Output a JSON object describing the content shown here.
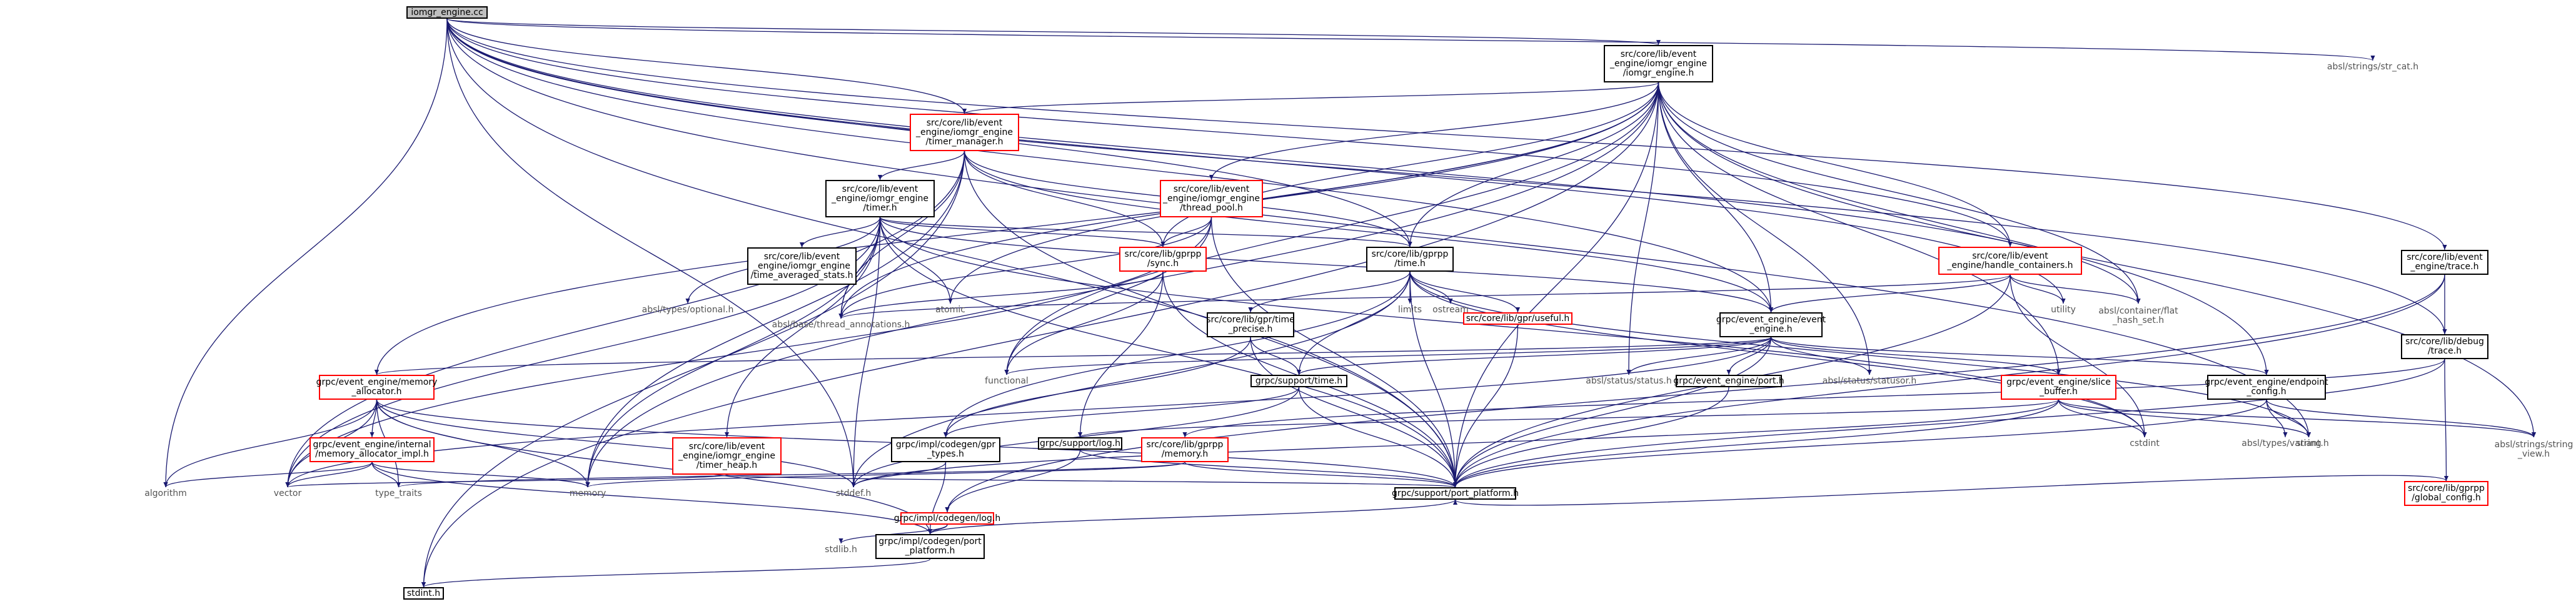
{
  "colors": {
    "edge": "#191970",
    "node_border": "#000000",
    "missing_border": "#bfbfbf",
    "alert_border": "#ff0000",
    "root_fill": "#bfbfbf",
    "background": "#ffffff"
  },
  "nodes": [
    {
      "id": "n0",
      "label": "iomgr_engine.cc",
      "kind": "root"
    },
    {
      "id": "n1",
      "label": "src/core/lib/event\n_engine/iomgr_engine\n/iomgr_engine.h",
      "kind": "normal"
    },
    {
      "id": "n2",
      "label": "absl/strings/str_cat.h",
      "kind": "sys"
    },
    {
      "id": "n3",
      "label": "src/core/lib/event\n_engine/iomgr_engine\n/timer_manager.h",
      "kind": "alert"
    },
    {
      "id": "n4",
      "label": "src/core/lib/event\n_engine/iomgr_engine\n/thread_pool.h",
      "kind": "alert"
    },
    {
      "id": "n5",
      "label": "src/core/lib/event\n_engine/handle_containers.h",
      "kind": "alert"
    },
    {
      "id": "n6",
      "label": "src/core/lib/event\n_engine/trace.h",
      "kind": "normal"
    },
    {
      "id": "n7",
      "label": "src/core/lib/event\n_engine/iomgr_engine\n/timer.h",
      "kind": "normal"
    },
    {
      "id": "n8",
      "label": "src/core/lib/gprpp\n/time.h",
      "kind": "normal"
    },
    {
      "id": "n9",
      "label": "src/core/lib/gprpp\n/sync.h",
      "kind": "alert"
    },
    {
      "id": "n10",
      "label": "absl/types/optional.h",
      "kind": "sys"
    },
    {
      "id": "n11",
      "label": "src/core/lib/event\n_engine/iomgr_engine\n/time_averaged_stats.h",
      "kind": "normal"
    },
    {
      "id": "n12",
      "label": "atomic",
      "kind": "sys"
    },
    {
      "id": "n13",
      "label": "absl/base/thread_annotations.h",
      "kind": "sys"
    },
    {
      "id": "n14",
      "label": "src/core/lib/gpr/time\n_precise.h",
      "kind": "normal"
    },
    {
      "id": "n15",
      "label": "limits",
      "kind": "sys"
    },
    {
      "id": "n16",
      "label": "ostream",
      "kind": "sys"
    },
    {
      "id": "n17",
      "label": "src/core/lib/gpr/useful.h",
      "kind": "alert"
    },
    {
      "id": "n18",
      "label": "grpc/event_engine/event\n_engine.h",
      "kind": "normal"
    },
    {
      "id": "n19",
      "label": "utility",
      "kind": "sys"
    },
    {
      "id": "n20",
      "label": "absl/container/flat\n_hash_set.h",
      "kind": "sys"
    },
    {
      "id": "n21",
      "label": "src/core/lib/debug\n/trace.h",
      "kind": "normal"
    },
    {
      "id": "n22",
      "label": "grpc/event_engine/memory\n_allocator.h",
      "kind": "alert"
    },
    {
      "id": "n23",
      "label": "functional",
      "kind": "sys"
    },
    {
      "id": "n24",
      "label": "grpc/support/time.h",
      "kind": "normal"
    },
    {
      "id": "n25",
      "label": "absl/status/status.h",
      "kind": "sys"
    },
    {
      "id": "n26",
      "label": "grpc/event_engine/port.h",
      "kind": "normal"
    },
    {
      "id": "n27",
      "label": "absl/status/statusor.h",
      "kind": "sys"
    },
    {
      "id": "n28",
      "label": "grpc/event_engine/slice\n_buffer.h",
      "kind": "alert"
    },
    {
      "id": "n29",
      "label": "grpc/event_engine/endpoint\n_config.h",
      "kind": "normal"
    },
    {
      "id": "n30",
      "label": "src/core/lib/event\n_engine/iomgr_engine\n/timer_heap.h",
      "kind": "alert"
    },
    {
      "id": "n31",
      "label": "grpc/event_engine/internal\n/memory_allocator_impl.h",
      "kind": "alert"
    },
    {
      "id": "n32",
      "label": "grpc/impl/codegen/gpr\n_types.h",
      "kind": "normal"
    },
    {
      "id": "n33",
      "label": "grpc/support/log.h",
      "kind": "normal"
    },
    {
      "id": "n34",
      "label": "src/core/lib/gprpp\n/memory.h",
      "kind": "alert"
    },
    {
      "id": "n35",
      "label": "cstdint",
      "kind": "sys"
    },
    {
      "id": "n36",
      "label": "string",
      "kind": "sys"
    },
    {
      "id": "n37",
      "label": "absl/types/variant.h",
      "kind": "sys"
    },
    {
      "id": "n38",
      "label": "absl/strings/string\n_view.h",
      "kind": "sys"
    },
    {
      "id": "n39",
      "label": "src/core/lib/gprpp\n/global_config.h",
      "kind": "alert"
    },
    {
      "id": "n40",
      "label": "algorithm",
      "kind": "sys"
    },
    {
      "id": "n41",
      "label": "vector",
      "kind": "sys"
    },
    {
      "id": "n42",
      "label": "type_traits",
      "kind": "sys"
    },
    {
      "id": "n43",
      "label": "memory",
      "kind": "sys"
    },
    {
      "id": "n44",
      "label": "stddef.h",
      "kind": "sys"
    },
    {
      "id": "n45",
      "label": "grpc/impl/codegen/log.h",
      "kind": "alert"
    },
    {
      "id": "n46",
      "label": "grpc/support/port_platform.h",
      "kind": "normal"
    },
    {
      "id": "n47",
      "label": "stdlib.h",
      "kind": "sys"
    },
    {
      "id": "n48",
      "label": "grpc/impl/codegen/port\n_platform.h",
      "kind": "normal"
    },
    {
      "id": "n49",
      "label": "stdint.h",
      "kind": "normal"
    }
  ],
  "edges": [
    [
      "n0",
      "n1"
    ],
    [
      "n0",
      "n2"
    ],
    [
      "n0",
      "n3"
    ],
    [
      "n0",
      "n5"
    ],
    [
      "n0",
      "n6"
    ],
    [
      "n0",
      "n8"
    ],
    [
      "n0",
      "n18"
    ],
    [
      "n0",
      "n19"
    ],
    [
      "n0",
      "n20"
    ],
    [
      "n0",
      "n21"
    ],
    [
      "n0",
      "n36"
    ],
    [
      "n0",
      "n40"
    ],
    [
      "n0",
      "n44"
    ],
    [
      "n0",
      "n46"
    ],
    [
      "n1",
      "n3"
    ],
    [
      "n1",
      "n4"
    ],
    [
      "n1",
      "n5"
    ],
    [
      "n1",
      "n8"
    ],
    [
      "n1",
      "n9"
    ],
    [
      "n1",
      "n12"
    ],
    [
      "n1",
      "n13"
    ],
    [
      "n1",
      "n18"
    ],
    [
      "n1",
      "n20"
    ],
    [
      "n1",
      "n22"
    ],
    [
      "n1",
      "n23"
    ],
    [
      "n1",
      "n25"
    ],
    [
      "n1",
      "n27"
    ],
    [
      "n1",
      "n28"
    ],
    [
      "n1",
      "n29"
    ],
    [
      "n1",
      "n38"
    ],
    [
      "n1",
      "n43"
    ],
    [
      "n1",
      "n46"
    ],
    [
      "n1",
      "n49"
    ],
    [
      "n3",
      "n7"
    ],
    [
      "n3",
      "n8"
    ],
    [
      "n3",
      "n9"
    ],
    [
      "n3",
      "n13"
    ],
    [
      "n3",
      "n18"
    ],
    [
      "n3",
      "n41"
    ],
    [
      "n3",
      "n43"
    ],
    [
      "n3",
      "n46"
    ],
    [
      "n3",
      "n49"
    ],
    [
      "n4",
      "n9"
    ],
    [
      "n4",
      "n13"
    ],
    [
      "n4",
      "n23"
    ],
    [
      "n4",
      "n46"
    ],
    [
      "n4",
      "n41"
    ],
    [
      "n5",
      "n18"
    ],
    [
      "n5",
      "n19"
    ],
    [
      "n5",
      "n20"
    ],
    [
      "n5",
      "n35"
    ],
    [
      "n5",
      "n46"
    ],
    [
      "n5",
      "n13"
    ],
    [
      "n6",
      "n21"
    ],
    [
      "n6",
      "n46"
    ],
    [
      "n6",
      "n45"
    ],
    [
      "n7",
      "n8"
    ],
    [
      "n7",
      "n9"
    ],
    [
      "n7",
      "n10"
    ],
    [
      "n7",
      "n11"
    ],
    [
      "n7",
      "n12"
    ],
    [
      "n7",
      "n13"
    ],
    [
      "n7",
      "n18"
    ],
    [
      "n7",
      "n30"
    ],
    [
      "n7",
      "n35"
    ],
    [
      "n7",
      "n41"
    ],
    [
      "n7",
      "n43"
    ],
    [
      "n7",
      "n44"
    ],
    [
      "n7",
      "n46"
    ],
    [
      "n8",
      "n14"
    ],
    [
      "n8",
      "n15"
    ],
    [
      "n8",
      "n16"
    ],
    [
      "n8",
      "n17"
    ],
    [
      "n8",
      "n24"
    ],
    [
      "n8",
      "n35"
    ],
    [
      "n8",
      "n36"
    ],
    [
      "n8",
      "n44"
    ],
    [
      "n8",
      "n46"
    ],
    [
      "n8",
      "n32"
    ],
    [
      "n9",
      "n13"
    ],
    [
      "n9",
      "n33"
    ],
    [
      "n9",
      "n46"
    ],
    [
      "n9",
      "n23"
    ],
    [
      "n14",
      "n24"
    ],
    [
      "n14",
      "n32"
    ],
    [
      "n14",
      "n46"
    ],
    [
      "n17",
      "n46"
    ],
    [
      "n18",
      "n22"
    ],
    [
      "n18",
      "n23"
    ],
    [
      "n18",
      "n24"
    ],
    [
      "n18",
      "n25"
    ],
    [
      "n18",
      "n26"
    ],
    [
      "n18",
      "n27"
    ],
    [
      "n18",
      "n28"
    ],
    [
      "n18",
      "n29"
    ],
    [
      "n18",
      "n46"
    ],
    [
      "n18",
      "n41"
    ],
    [
      "n21",
      "n34"
    ],
    [
      "n21",
      "n39"
    ],
    [
      "n21",
      "n46"
    ],
    [
      "n22",
      "n31"
    ],
    [
      "n22",
      "n40"
    ],
    [
      "n22",
      "n41"
    ],
    [
      "n22",
      "n42"
    ],
    [
      "n22",
      "n43"
    ],
    [
      "n22",
      "n44"
    ],
    [
      "n22",
      "n46"
    ],
    [
      "n22",
      "n48"
    ],
    [
      "n24",
      "n46"
    ],
    [
      "n24",
      "n32"
    ],
    [
      "n24",
      "n44"
    ],
    [
      "n26",
      "n46"
    ],
    [
      "n28",
      "n33"
    ],
    [
      "n28",
      "n35"
    ],
    [
      "n28",
      "n36"
    ],
    [
      "n28",
      "n38"
    ],
    [
      "n28",
      "n46"
    ],
    [
      "n28",
      "n44"
    ],
    [
      "n29",
      "n36"
    ],
    [
      "n29",
      "n37"
    ],
    [
      "n29",
      "n38"
    ],
    [
      "n29",
      "n46"
    ],
    [
      "n30",
      "n41"
    ],
    [
      "n30",
      "n46"
    ],
    [
      "n31",
      "n40"
    ],
    [
      "n31",
      "n41"
    ],
    [
      "n31",
      "n42"
    ],
    [
      "n31",
      "n43"
    ],
    [
      "n31",
      "n48"
    ],
    [
      "n32",
      "n44"
    ],
    [
      "n32",
      "n48"
    ],
    [
      "n33",
      "n45"
    ],
    [
      "n33",
      "n46"
    ],
    [
      "n34",
      "n42"
    ],
    [
      "n34",
      "n43"
    ],
    [
      "n34",
      "n46"
    ],
    [
      "n39",
      "n46"
    ],
    [
      "n45",
      "n47"
    ],
    [
      "n45",
      "n48"
    ],
    [
      "n46",
      "n48"
    ],
    [
      "n48",
      "n49"
    ]
  ]
}
